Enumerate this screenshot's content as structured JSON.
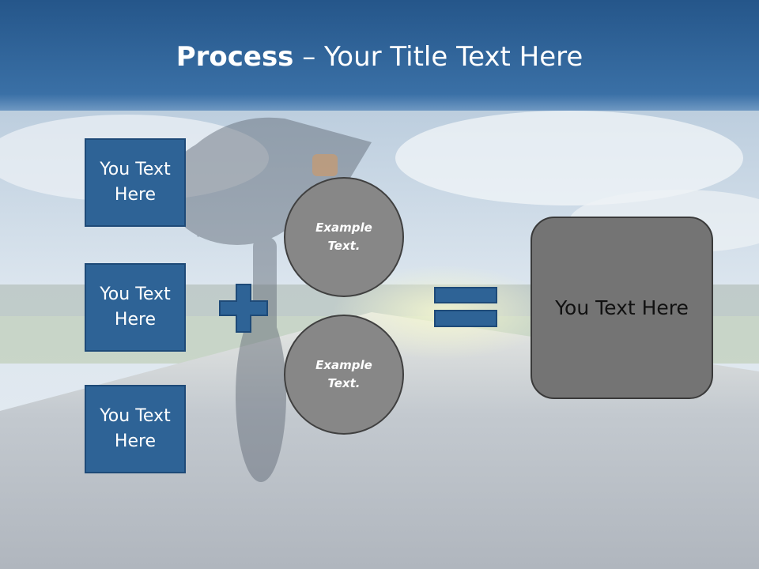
{
  "slide": {
    "title_bold": "Process",
    "title_rest": "– Your Title Text Here"
  },
  "boxes": [
    {
      "label": "You Text Here"
    },
    {
      "label": "You Text Here"
    },
    {
      "label": "You Text Here"
    }
  ],
  "circles": [
    {
      "label": "Example Text."
    },
    {
      "label": "Example Text."
    }
  ],
  "result": {
    "label": "You Text Here"
  },
  "colors": {
    "header": "#2d6398",
    "box_fill": "#2e6396",
    "circle_fill": "#878787",
    "result_fill": "#747474"
  },
  "icons": [
    "plus-icon",
    "equals-icon"
  ]
}
